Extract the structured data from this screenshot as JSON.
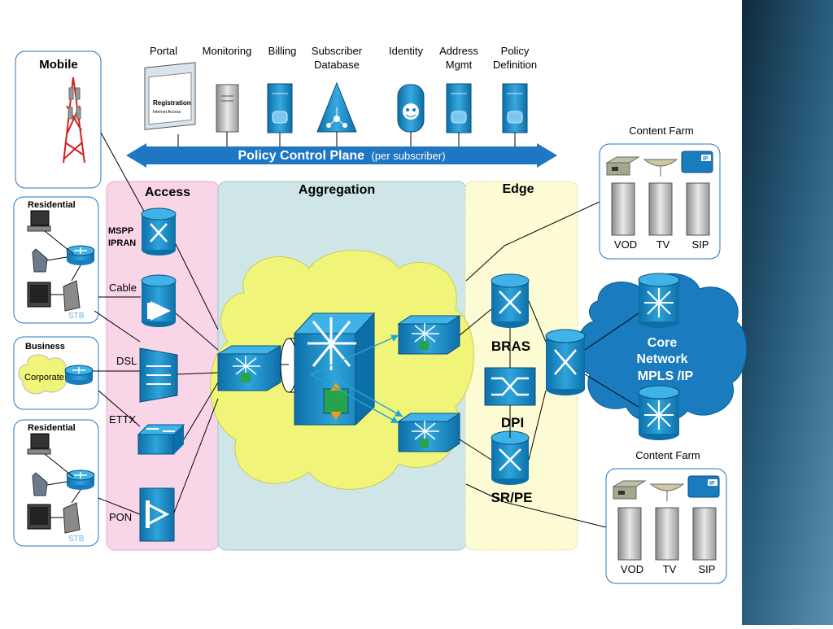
{
  "policy_servers": [
    "Portal",
    "Monitoring",
    "Billing",
    "Subscriber",
    "Database",
    "Identity",
    "Address",
    "Mgmt",
    "Policy",
    "Definition"
  ],
  "portal_screen": {
    "title": "Registration",
    "subtitle": "Internet Access"
  },
  "policy_bar": {
    "main": "Policy Control Plane",
    "sub": "(per subscriber)"
  },
  "zones": {
    "access": "Access",
    "aggregation": "Aggregation",
    "edge": "Edge"
  },
  "customers": {
    "mobile": "Mobile",
    "residential_1": "Residential",
    "business": "Business",
    "corporate": "Corporate",
    "residential_2": "Residential",
    "stb": "STB"
  },
  "access_tech": {
    "mspp_1": "MSPP",
    "mspp_2": "IPRAN",
    "cable": "Cable",
    "dsl": "DSL",
    "ettx": "ETTX",
    "pon": "PON"
  },
  "edge_devices": {
    "bras": "BRAS",
    "dpi": "DPI",
    "srpe": "SR/PE"
  },
  "core": {
    "line1": "Core",
    "line2": "Network",
    "line3": "MPLS /IP"
  },
  "content_farm": {
    "title": "Content Farm",
    "vod": "VOD",
    "tv": "TV",
    "sip": "SIP",
    "ip": "IP"
  },
  "colors": {
    "accent_blue": "#1f77c4",
    "access_pink": "#f9d5e8",
    "aggregation_teal": "#cfe6e8",
    "edge_yellow": "#fdfbd3",
    "cloud_yellow": "#f0f57a",
    "core_blue": "#1a7bbf",
    "side_panel": "#1d4964"
  }
}
